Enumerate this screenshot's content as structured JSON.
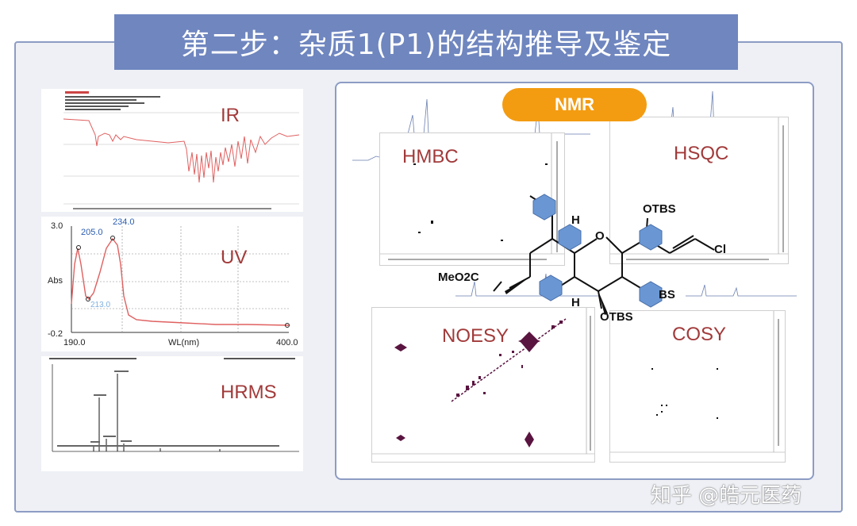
{
  "banner": {
    "title": "第二步：杂质1(P1)的结构推导及鉴定"
  },
  "panels": {
    "ir": {
      "label": "IR"
    },
    "uv": {
      "label": "UV",
      "ymax": "3.0",
      "ymin": "-0.2",
      "yaxis": "Abs",
      "xmin": "190.0",
      "xmax": "400.0",
      "xaxis": "WL(nm)",
      "peak1": "205.0",
      "peak2": "234.0",
      "valley": "213.0"
    },
    "hrms": {
      "label": "HRMS"
    }
  },
  "nmr": {
    "pill": "NMR",
    "hmbc": "HMBC",
    "hsqc": "HSQC",
    "noesy": "NOESY",
    "cosy": "COSY"
  },
  "structure": {
    "otbs_top": "OTBS",
    "o_label": "O",
    "h_top": "H",
    "cl": "Cl",
    "meo2c": "MeO2C",
    "h_bottom": "H",
    "otbs_bottom": "OTBS",
    "bs": "BS"
  },
  "watermark": "知乎 @皓元医药",
  "colors": {
    "banner": "#6f86bf",
    "frame": "#8d9cc4",
    "pill": "#f39c12",
    "label": "#a23a3a",
    "hexagon": "#6a97d4",
    "spectrum": "#e06060",
    "noesy": "#5a1440"
  }
}
